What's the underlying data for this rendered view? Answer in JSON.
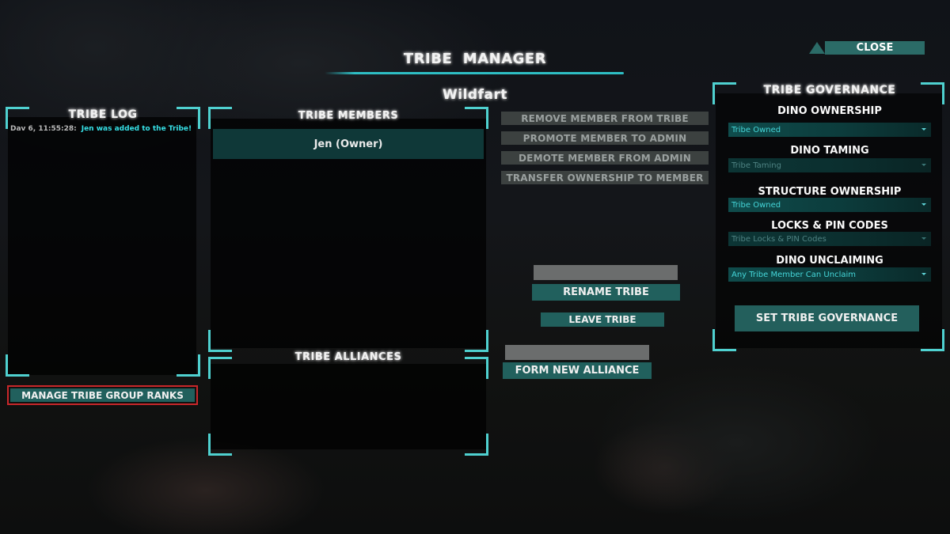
{
  "header": {
    "title": "TRIBE  MANAGER",
    "tribe_name": "Wildfart",
    "close_label": "CLOSE"
  },
  "tribe_log": {
    "heading": "TRIBE  LOG",
    "entries": [
      {
        "timestamp": "Dav 6, 11:55:28:",
        "message": "Jen was added to the Tribe!"
      }
    ]
  },
  "tribe_members": {
    "heading": "TRIBE  MEMBERS",
    "members": [
      {
        "label": "Jen (Owner)"
      }
    ]
  },
  "member_actions": [
    {
      "label": "REMOVE MEMBER FROM TRIBE",
      "enabled": false
    },
    {
      "label": "PROMOTE MEMBER TO ADMIN",
      "enabled": false
    },
    {
      "label": "DEMOTE MEMBER FROM ADMIN",
      "enabled": false
    },
    {
      "label": "TRANSFER OWNERSHIP TO MEMBER",
      "enabled": false
    }
  ],
  "tribe_actions": {
    "rename_input_value": "",
    "rename_label": "RENAME TRIBE",
    "leave_label": "LEAVE TRIBE",
    "alliance_input_value": "",
    "form_alliance_label": "FORM NEW ALLIANCE",
    "manage_ranks_label": "MANAGE TRIBE GROUP RANKS"
  },
  "tribe_alliances": {
    "heading": "TRIBE  ALLIANCES",
    "alliances": []
  },
  "governance": {
    "heading": "TRIBE  GOVERNANCE",
    "settings": [
      {
        "label": "DINO OWNERSHIP",
        "value": "Tribe Owned",
        "active": true
      },
      {
        "label": "DINO TAMING",
        "value": "Tribe Taming",
        "active": false
      },
      {
        "label": "STRUCTURE OWNERSHIP",
        "value": "Tribe Owned",
        "active": true
      },
      {
        "label": "LOCKS & PIN CODES",
        "value": "Tribe Locks & PIN Codes",
        "active": false
      },
      {
        "label": "DINO UNCLAIMING",
        "value": "Any Tribe Member Can Unclaim",
        "active": true
      }
    ],
    "set_label": "SET TRIBE GOVERNANCE"
  },
  "colors": {
    "accent_cyan": "#4fd1d0",
    "button_teal": "#21605d",
    "close_teal": "#2b6b67",
    "disabled_grey": "#3c4140",
    "highlight_red": "#c8272a",
    "log_message_cyan": "#36e0e6"
  }
}
